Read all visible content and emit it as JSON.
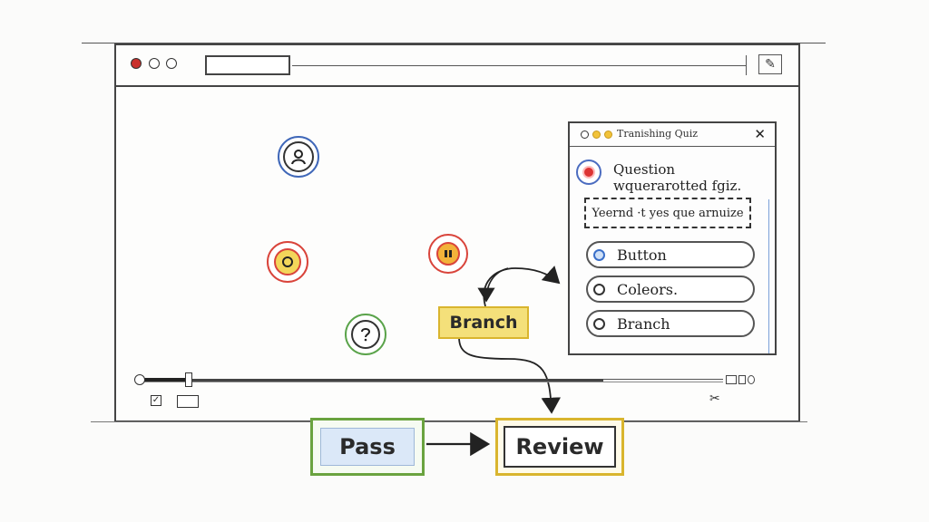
{
  "browser": {
    "window_controls": [
      "close",
      "minimize",
      "maximize"
    ],
    "corner_icon": "puzzle-icon"
  },
  "canvas": {
    "nodes": [
      {
        "id": "node-user",
        "icon": "user-icon",
        "color": "#3f67b8"
      },
      {
        "id": "node-start",
        "icon": "coin-icon",
        "color": "#d9443b"
      },
      {
        "id": "node-decision",
        "icon": "record-icon",
        "color": "#d9443b"
      },
      {
        "id": "node-question",
        "icon": "help-icon",
        "color": "#5aa34a"
      }
    ],
    "branch_label": "Branch",
    "pass_label": "Pass",
    "review_label": "Review"
  },
  "timeline": {
    "progress": 0.08
  },
  "quiz": {
    "title": "Tranishing Quiz",
    "question": "Question wquerarotted fgiz.",
    "prompt": "Yeernd ·t yes que arnuize",
    "options": [
      {
        "label": "Button",
        "selected": true
      },
      {
        "label": "Coleors.",
        "selected": false
      },
      {
        "label": "Branch",
        "selected": false
      }
    ],
    "close_icon": "close-icon"
  },
  "colors": {
    "accent_blue": "#3f67b8",
    "accent_red": "#d9443b",
    "accent_green": "#5aa34a",
    "accent_yellow": "#d9b52e"
  }
}
